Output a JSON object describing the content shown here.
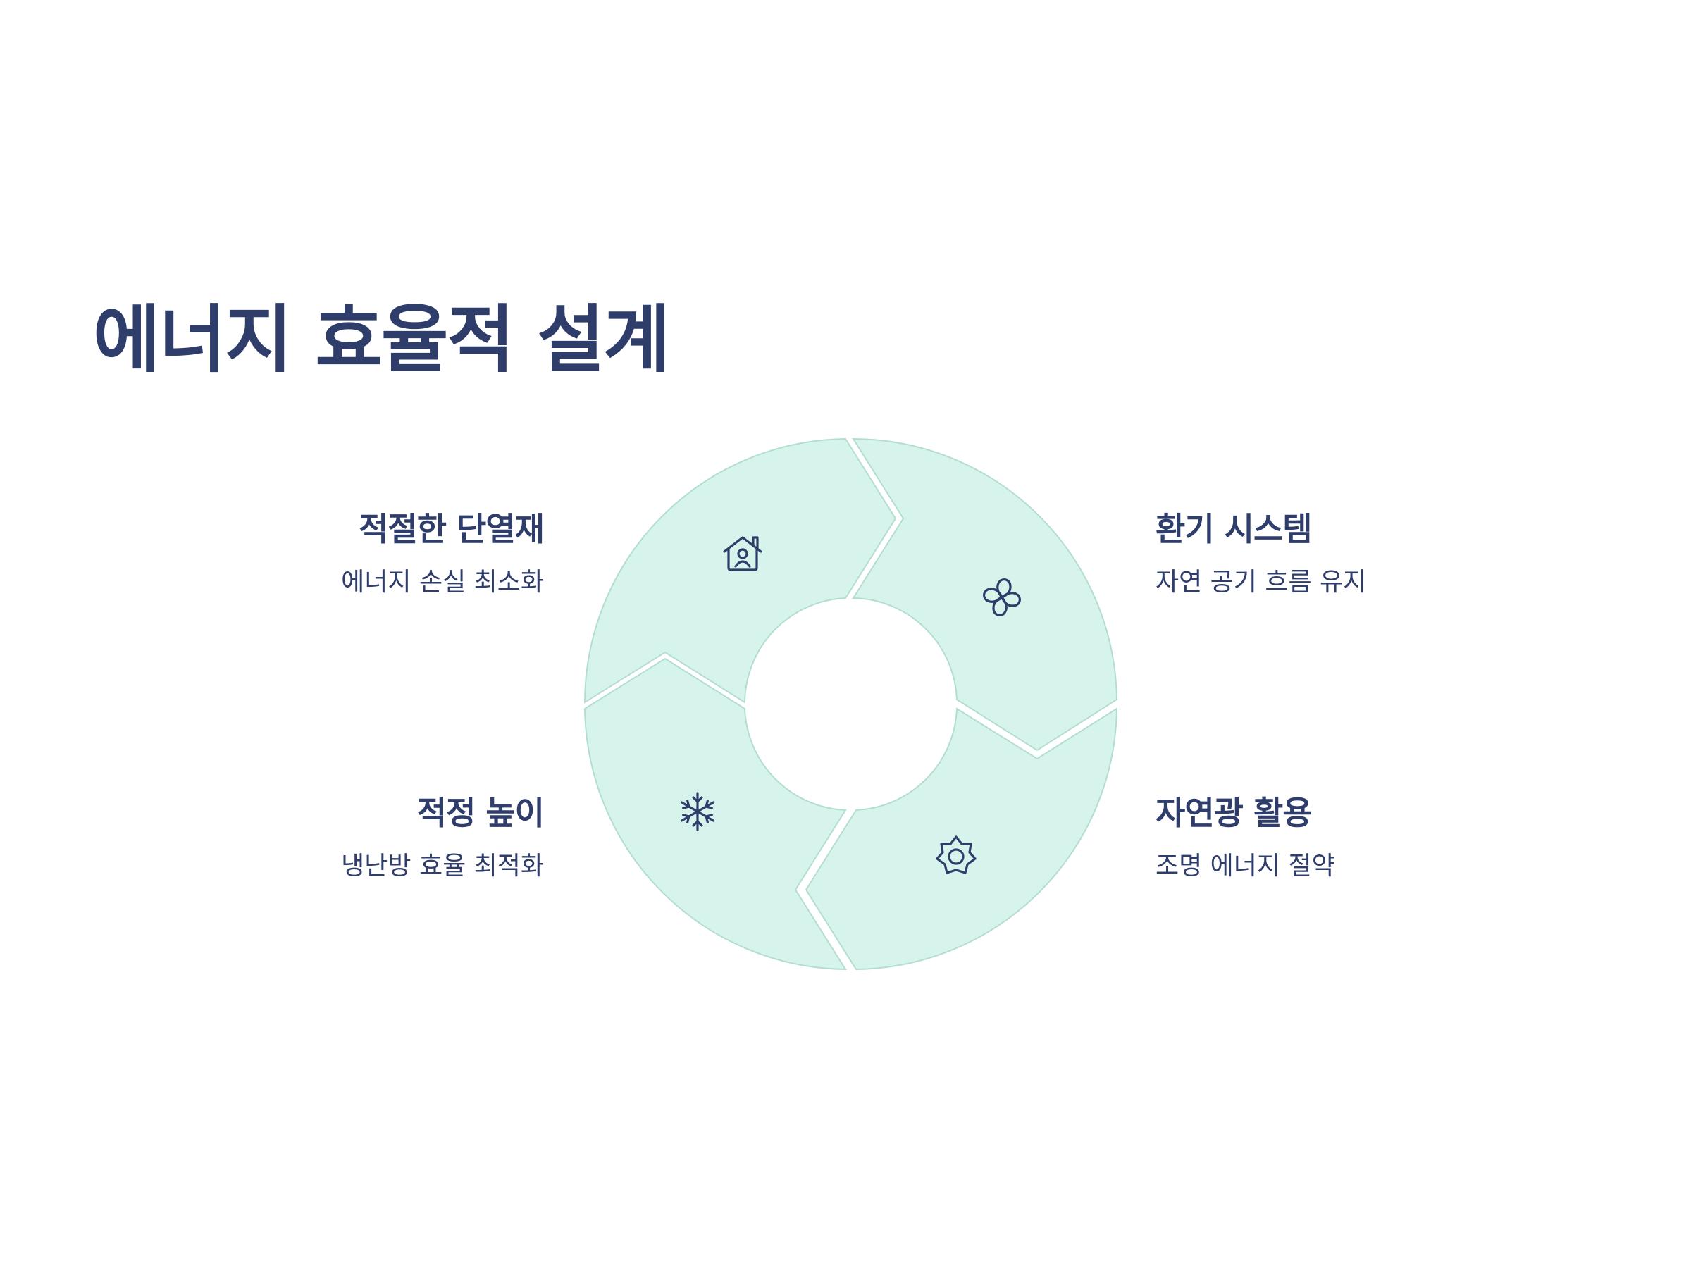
{
  "title": "에너지 효율적 설계",
  "colors": {
    "segment_fill": "#d6f4ec",
    "segment_stroke": "#b4ddd1",
    "text": "#2f3d6b",
    "background": "#ffffff"
  },
  "items": [
    {
      "id": "insulation",
      "title": "적절한 단열재",
      "description": "에너지 손실 최소화",
      "icon": "house-icon",
      "position": "top-left"
    },
    {
      "id": "ventilation",
      "title": "환기 시스템",
      "description": "자연 공기 흐름 유지",
      "icon": "fan-icon",
      "position": "top-right"
    },
    {
      "id": "daylight",
      "title": "자연광 활용",
      "description": "조명 에너지 절약",
      "icon": "sun-icon",
      "position": "bottom-right"
    },
    {
      "id": "height",
      "title": "적정 높이",
      "description": "냉난방 효율 최적화",
      "icon": "snowflake-icon",
      "position": "bottom-left"
    }
  ]
}
